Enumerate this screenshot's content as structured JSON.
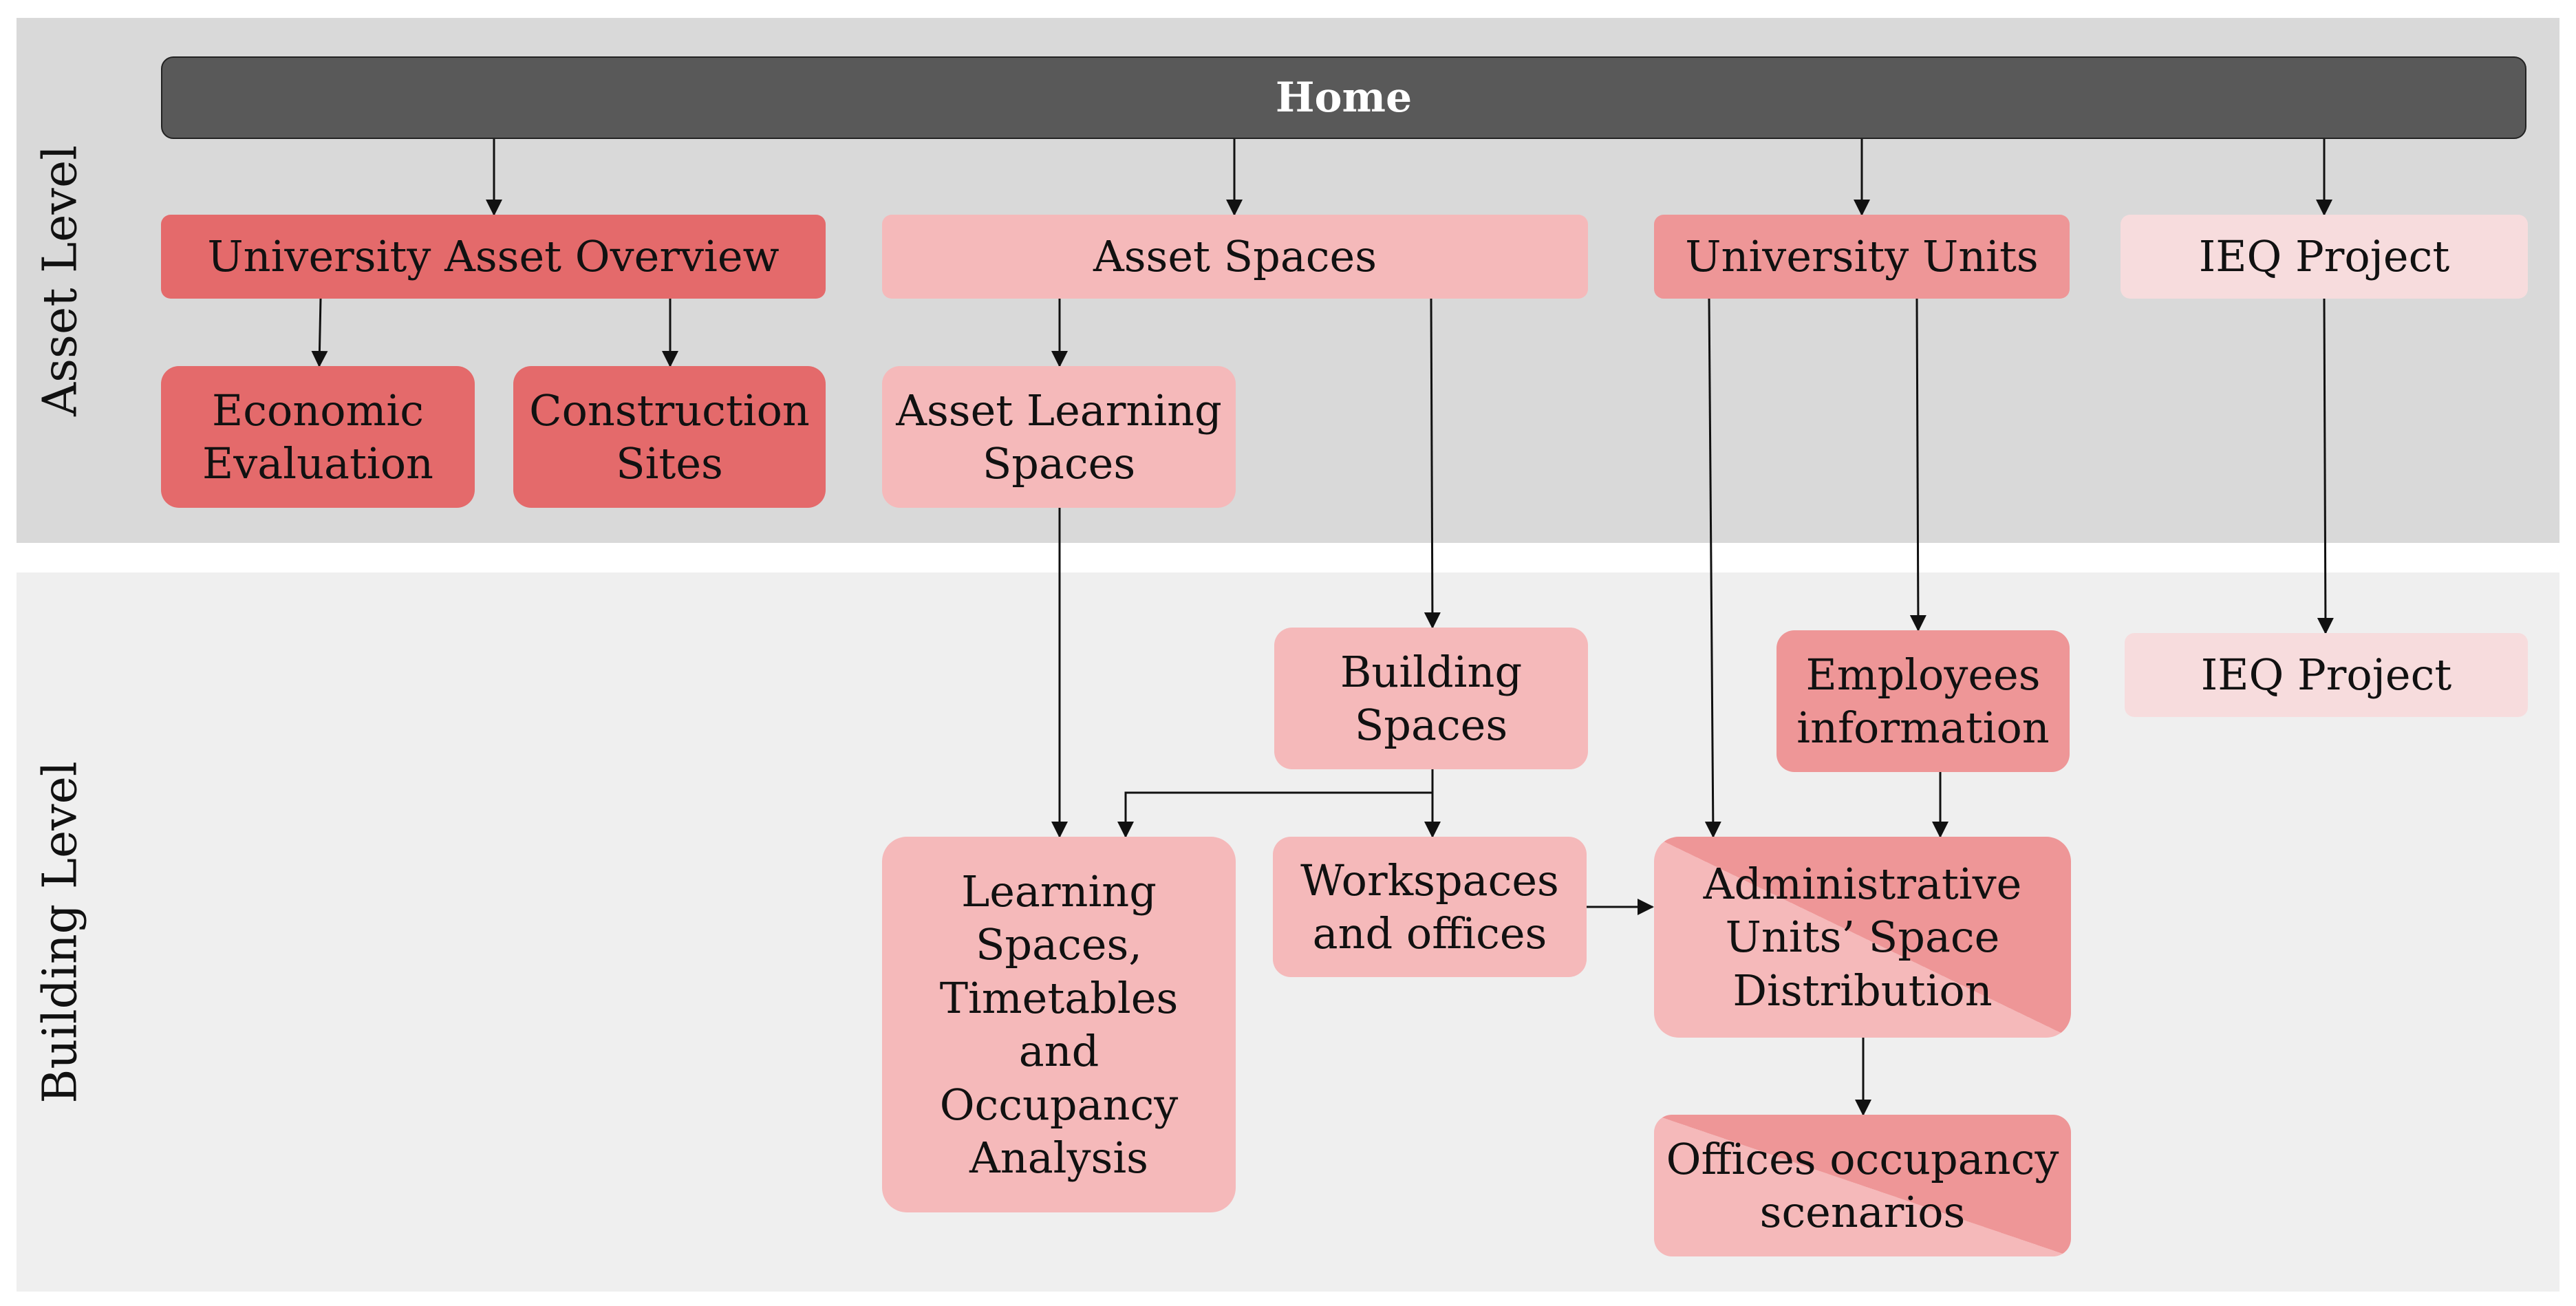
{
  "bands": {
    "asset_level": "Asset Level",
    "building_level": "Building Level"
  },
  "nodes": {
    "home": "Home",
    "university_asset_overview": "University Asset Overview",
    "asset_spaces": "Asset Spaces",
    "university_units": "University Units",
    "ieq_project_asset": "IEQ Project",
    "economic_evaluation": "Economic\nEvaluation",
    "construction_sites": "Construction\nSites",
    "asset_learning_spaces": "Asset Learning\nSpaces",
    "building_spaces": "Building\nSpaces",
    "employees_information": "Employees\ninformation",
    "ieq_project_building": "IEQ Project",
    "learning_spaces_analysis": "Learning\nSpaces,\nTimetables\nand\nOccupancy\nAnalysis",
    "workspaces_offices": "Workspaces\nand offices",
    "admin_space_distribution": "Administrative\nUnits’ Space\nDistribution",
    "offices_occupancy_scenarios": "Offices occupancy\nscenarios"
  },
  "colors": {
    "home": "#595959",
    "dark_red": "#e46a6b",
    "light_pink": "#f5b9ba",
    "mid_pink": "#ee9697",
    "pale_pink": "#f7dcdd",
    "asset_band": "#d9d9d9",
    "building_band": "#efefef"
  },
  "edges": [
    [
      "home",
      "university_asset_overview"
    ],
    [
      "home",
      "asset_spaces"
    ],
    [
      "home",
      "university_units"
    ],
    [
      "home",
      "ieq_project_asset"
    ],
    [
      "university_asset_overview",
      "economic_evaluation"
    ],
    [
      "university_asset_overview",
      "construction_sites"
    ],
    [
      "asset_spaces",
      "asset_learning_spaces"
    ],
    [
      "asset_spaces",
      "building_spaces"
    ],
    [
      "asset_learning_spaces",
      "learning_spaces_analysis"
    ],
    [
      "building_spaces",
      "learning_spaces_analysis"
    ],
    [
      "building_spaces",
      "workspaces_offices"
    ],
    [
      "workspaces_offices",
      "admin_space_distribution"
    ],
    [
      "university_units",
      "admin_space_distribution"
    ],
    [
      "university_units",
      "employees_information"
    ],
    [
      "employees_information",
      "admin_space_distribution"
    ],
    [
      "admin_space_distribution",
      "offices_occupancy_scenarios"
    ],
    [
      "ieq_project_asset",
      "ieq_project_building"
    ]
  ]
}
